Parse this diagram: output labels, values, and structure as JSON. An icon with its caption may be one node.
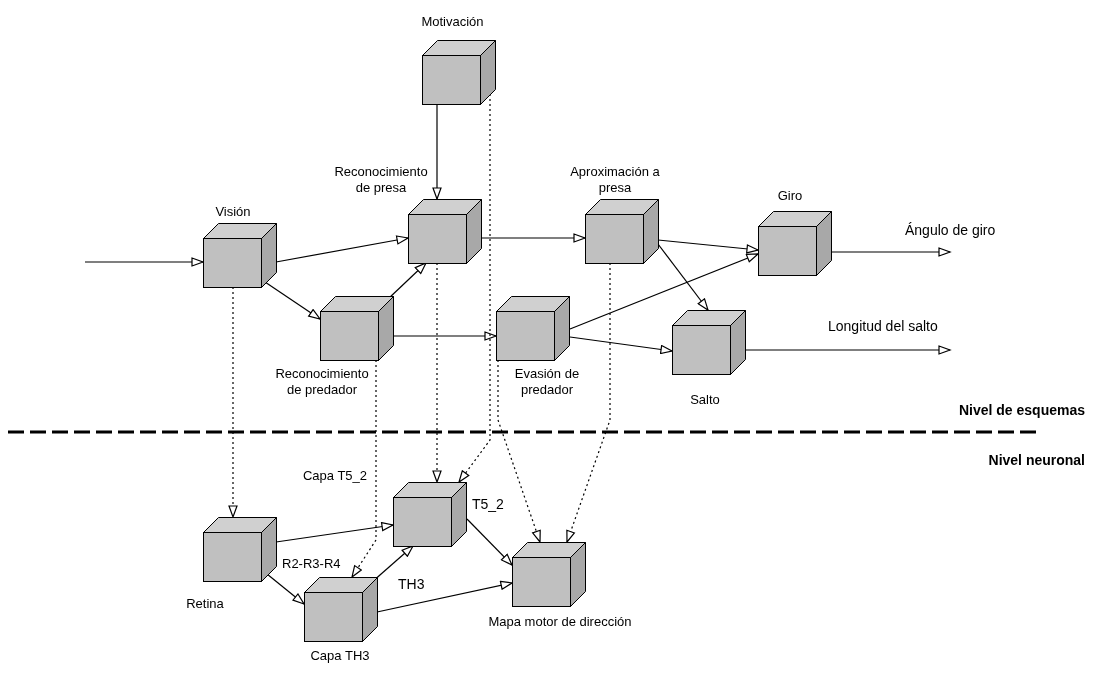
{
  "diagram": {
    "nodes": [
      {
        "text": [
          "Motivación"
        ]
      },
      {
        "text": [
          "Visión"
        ]
      },
      {
        "text": [
          "Reconocimiento de presa"
        ]
      },
      {
        "text": [
          "Aproximación a presa"
        ]
      },
      {
        "text": [
          "Giro"
        ]
      },
      {
        "text": [
          "Reconocimiento de predador"
        ]
      },
      {
        "text": [
          "Evasión de predador"
        ]
      },
      {
        "text": [
          "Salto"
        ]
      },
      {
        "text": [
          "Retina"
        ]
      },
      {
        "text": [
          "Capa T5_2"
        ]
      },
      {
        "text": [
          "Capa TH3"
        ]
      },
      {
        "text": [
          "Mapa motor de dirección"
        ]
      }
    ],
    "edges": [
      {
        "from": null,
        "to": 1,
        "arrow": "to"
      },
      {
        "from": 1,
        "to": 2,
        "arrow": "to"
      },
      {
        "from": 1,
        "to": 5,
        "arrow": "to"
      },
      {
        "from": 5,
        "to": 2,
        "arrow": "to"
      },
      {
        "from": 0,
        "to": 2,
        "arrow": "to"
      },
      {
        "from": 2,
        "to": 3,
        "arrow": "to"
      },
      {
        "from": 5,
        "to": 6,
        "arrow": "to"
      },
      {
        "from": 3,
        "to": 4,
        "arrow": "to"
      },
      {
        "from": 3,
        "to": 7,
        "arrow": "to"
      },
      {
        "from": 6,
        "to": 4,
        "arrow": "to"
      },
      {
        "from": 6,
        "to": 7,
        "arrow": "to"
      },
      {
        "from": 4,
        "to": null,
        "arrow": "to",
        "label": "Ángulo de giro"
      },
      {
        "from": 7,
        "to": null,
        "arrow": "to",
        "label": "Longitud del salto"
      },
      {
        "from": 1,
        "to": 8,
        "arrow": "to",
        "style": "dashed"
      },
      {
        "from": 5,
        "to": 10,
        "arrow": "to",
        "style": "dashed"
      },
      {
        "from": 2,
        "to": 9,
        "arrow": "to",
        "style": "dashed"
      },
      {
        "from": 0,
        "to": 9,
        "arrow": "to",
        "style": "dashed"
      },
      {
        "from": 6,
        "to": 11,
        "arrow": "to",
        "style": "dashed"
      },
      {
        "from": 3,
        "to": 11,
        "arrow": "to",
        "style": "dashed"
      },
      {
        "from": 8,
        "to": 9,
        "arrow": "to"
      },
      {
        "from": 8,
        "to": 10,
        "arrow": "to"
      },
      {
        "from": 10,
        "to": 9,
        "arrow": "to"
      },
      {
        "from": 9,
        "to": 11,
        "arrow": "to",
        "label": "T5_2"
      },
      {
        "from": 10,
        "to": 11,
        "arrow": "to",
        "label": "TH3"
      }
    ],
    "labels": [
      "Nivel de esquemas",
      "Nivel neuronal",
      "R2-R3-R4"
    ]
  }
}
